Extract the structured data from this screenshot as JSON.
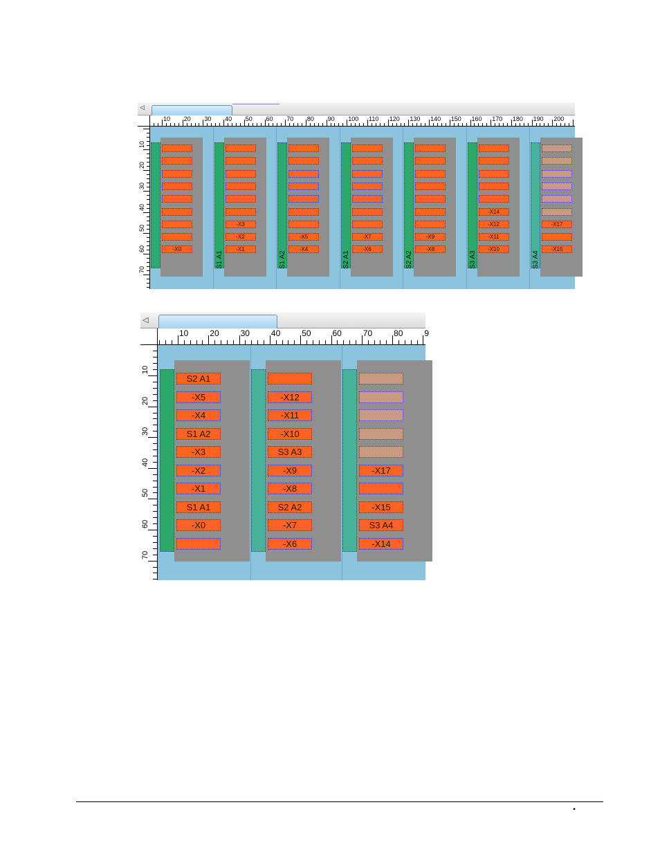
{
  "shot1": {
    "ruler_h": [
      "10",
      "20",
      "30",
      "40",
      "50",
      "60",
      "70",
      "80",
      "90",
      "100",
      "110",
      "120",
      "130",
      "140",
      "150",
      "160",
      "170",
      "180",
      "190",
      "200"
    ],
    "ruler_v": [
      "10",
      "20",
      "30",
      "40",
      "50",
      "60",
      "70"
    ],
    "rail_labels": [
      "S1 A1",
      "S1 A2",
      "S2 A1",
      "S2 A2",
      "S3 A3",
      "S3 A4"
    ],
    "blocks": [
      [
        "",
        "",
        "",
        "",
        "",
        "",
        "",
        "",
        "-X0"
      ],
      [
        "",
        "",
        "",
        "",
        "",
        "",
        "-X3",
        "-X2",
        "-X1"
      ],
      [
        "",
        "",
        "",
        "",
        "",
        "",
        "",
        "-X5",
        "-X4"
      ],
      [
        "",
        "",
        "",
        "",
        "",
        "",
        "",
        "-X7",
        "-X6"
      ],
      [
        "",
        "",
        "",
        "",
        "",
        "",
        "",
        "-X9",
        "-X8"
      ],
      [
        "",
        "",
        "",
        "",
        "",
        "-X14",
        "-X12",
        "-X11",
        "-X10"
      ],
      [
        "",
        "",
        "",
        "",
        "",
        "",
        "-X17",
        "",
        "-X15"
      ]
    ]
  },
  "shot2": {
    "ruler_h": [
      "10",
      "20",
      "30",
      "40",
      "50",
      "60",
      "70",
      "80",
      "9"
    ],
    "ruler_v": [
      "10",
      "20",
      "30",
      "40",
      "50",
      "60",
      "70"
    ],
    "columns": [
      [
        "S2 A1",
        "-X5",
        "-X4",
        "S1 A2",
        "-X3",
        "-X2",
        "-X1",
        "S1 A1",
        "-X0",
        ""
      ],
      [
        "",
        "-X12",
        "-X11",
        "-X10",
        "S3 A3",
        "-X9",
        "-X8",
        "S2 A2",
        "-X7",
        "-X6"
      ],
      [
        "",
        "",
        "",
        "",
        "",
        "-X17",
        "",
        "-X15",
        "S3 A4",
        "-X14"
      ]
    ]
  },
  "footer": {
    "bullet": "•"
  },
  "colors": {
    "terminal": "#ff6222",
    "terminal_empty": "#c99a82",
    "rail": "#2daa6b",
    "panel": "#8f8f8f",
    "background": "#8cc4de"
  }
}
